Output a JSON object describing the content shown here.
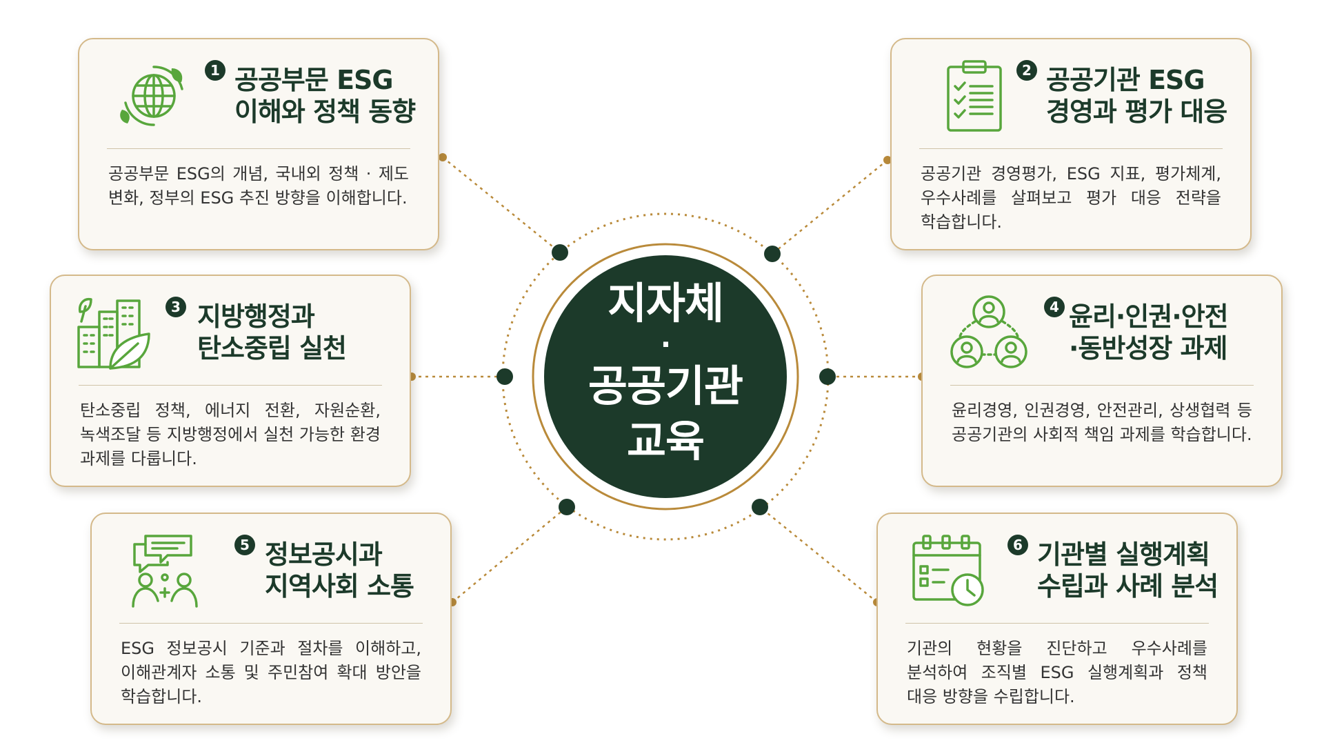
{
  "colors": {
    "dark_green": "#1c3a2a",
    "gold": "#b98a3a",
    "icon_green": "#58a63c",
    "card_bg": "#faf8f3",
    "card_border": "#d4b98a"
  },
  "center": {
    "line1": "지자체",
    "line2": "·",
    "line3": "공공기관",
    "line4": "교육"
  },
  "cards": [
    {
      "number": "1",
      "icon": "globe-leaf-icon",
      "title_line1": "공공부문 ESG",
      "title_line2": "이해와 정책 동향",
      "description": "공공부문 ESG의 개념, 국내외 정책 · 제도 변화, 정부의 ESG 추진 방향을 이해합니다."
    },
    {
      "number": "2",
      "icon": "clipboard-checklist-icon",
      "title_line1": "공공기관 ESG",
      "title_line2": "경영과 평가 대응",
      "description": "공공기관 경영평가, ESG 지표, 평가체계, 우수사례를 살펴보고 평가 대응 전략을 학습합니다."
    },
    {
      "number": "3",
      "icon": "green-city-icon",
      "title_line1": "지방행정과",
      "title_line2": "탄소중립 실천",
      "description": "탄소중립 정책, 에너지 전환, 자원순환, 녹색조달 등 지방행정에서 실천 가능한 환경 과제를 다룹니다."
    },
    {
      "number": "4",
      "icon": "people-network-icon",
      "title_line1": "윤리·인권·안전",
      "title_line2": "·동반성장 과제",
      "description": "윤리경영, 인권경영, 안전관리, 상생협력 등 공공기관의 사회적 책임 과제를 학습합니다."
    },
    {
      "number": "5",
      "icon": "communication-people-icon",
      "title_line1": "정보공시과",
      "title_line2": "지역사회 소통",
      "description": "ESG 정보공시 기준과 절차를 이해하고, 이해관계자 소통 및 주민참여 확대 방안을 학습합니다."
    },
    {
      "number": "6",
      "icon": "calendar-clock-icon",
      "title_line1": "기관별 실행계획",
      "title_line2": "수립과 사례 분석",
      "description": "기관의 현황을 진단하고 우수사례를 분석하여 조직별 ESG 실행계획과 정책 대응 방향을 수립합니다."
    }
  ]
}
